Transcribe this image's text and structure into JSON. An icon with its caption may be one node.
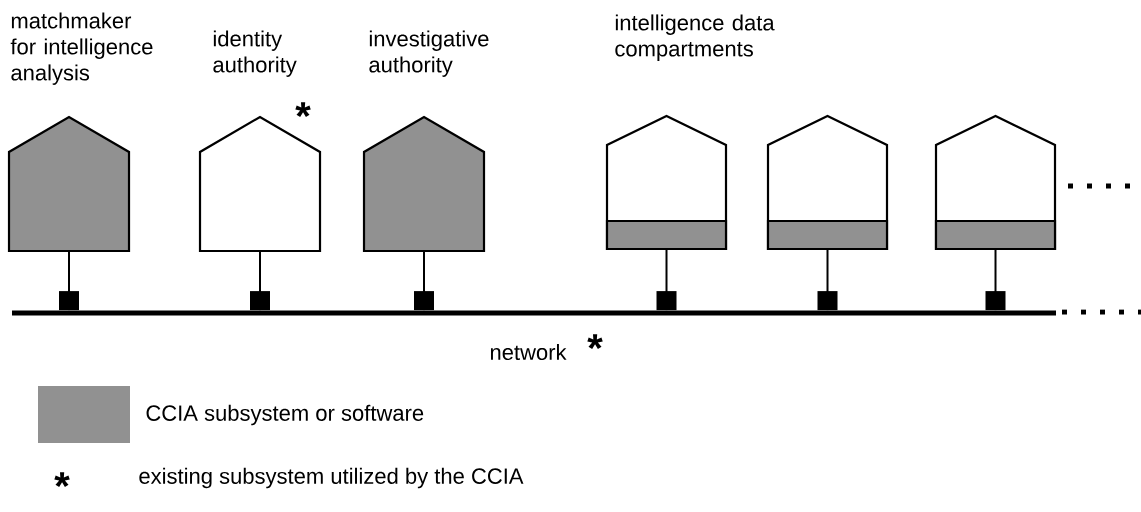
{
  "diagram": {
    "nodes": [
      {
        "text": [
          "matchmaker for intelligence analysis"
        ]
      },
      {
        "text": [
          "identity authority"
        ],
        "beside": [
          "*"
        ]
      },
      {
        "text": [
          "investigative authority"
        ]
      },
      {
        "text": [],
        "shape": "house"
      },
      {
        "text": [],
        "shape": "house"
      },
      {
        "text": [],
        "shape": "house"
      },
      {
        "text": [
          "network"
        ],
        "beside": [
          "*"
        ]
      }
    ],
    "edges": [
      {
        "from": 0,
        "to": 6,
        "arrow": "other"
      },
      {
        "from": 1,
        "to": 6,
        "arrow": "other"
      },
      {
        "from": 2,
        "to": 6,
        "arrow": "other"
      },
      {
        "from": 3,
        "to": 6,
        "arrow": "other"
      },
      {
        "from": 4,
        "to": 6,
        "arrow": "other"
      },
      {
        "from": 5,
        "to": 6,
        "arrow": "other"
      }
    ],
    "labels": [
      "intelligence data compartments",
      "*"
    ],
    "legend": [
      {
        "text": "CCIA subsystem or software",
        "color": "#919191"
      },
      {
        "text": "existing subsystem utilized by the CCIA"
      }
    ]
  }
}
